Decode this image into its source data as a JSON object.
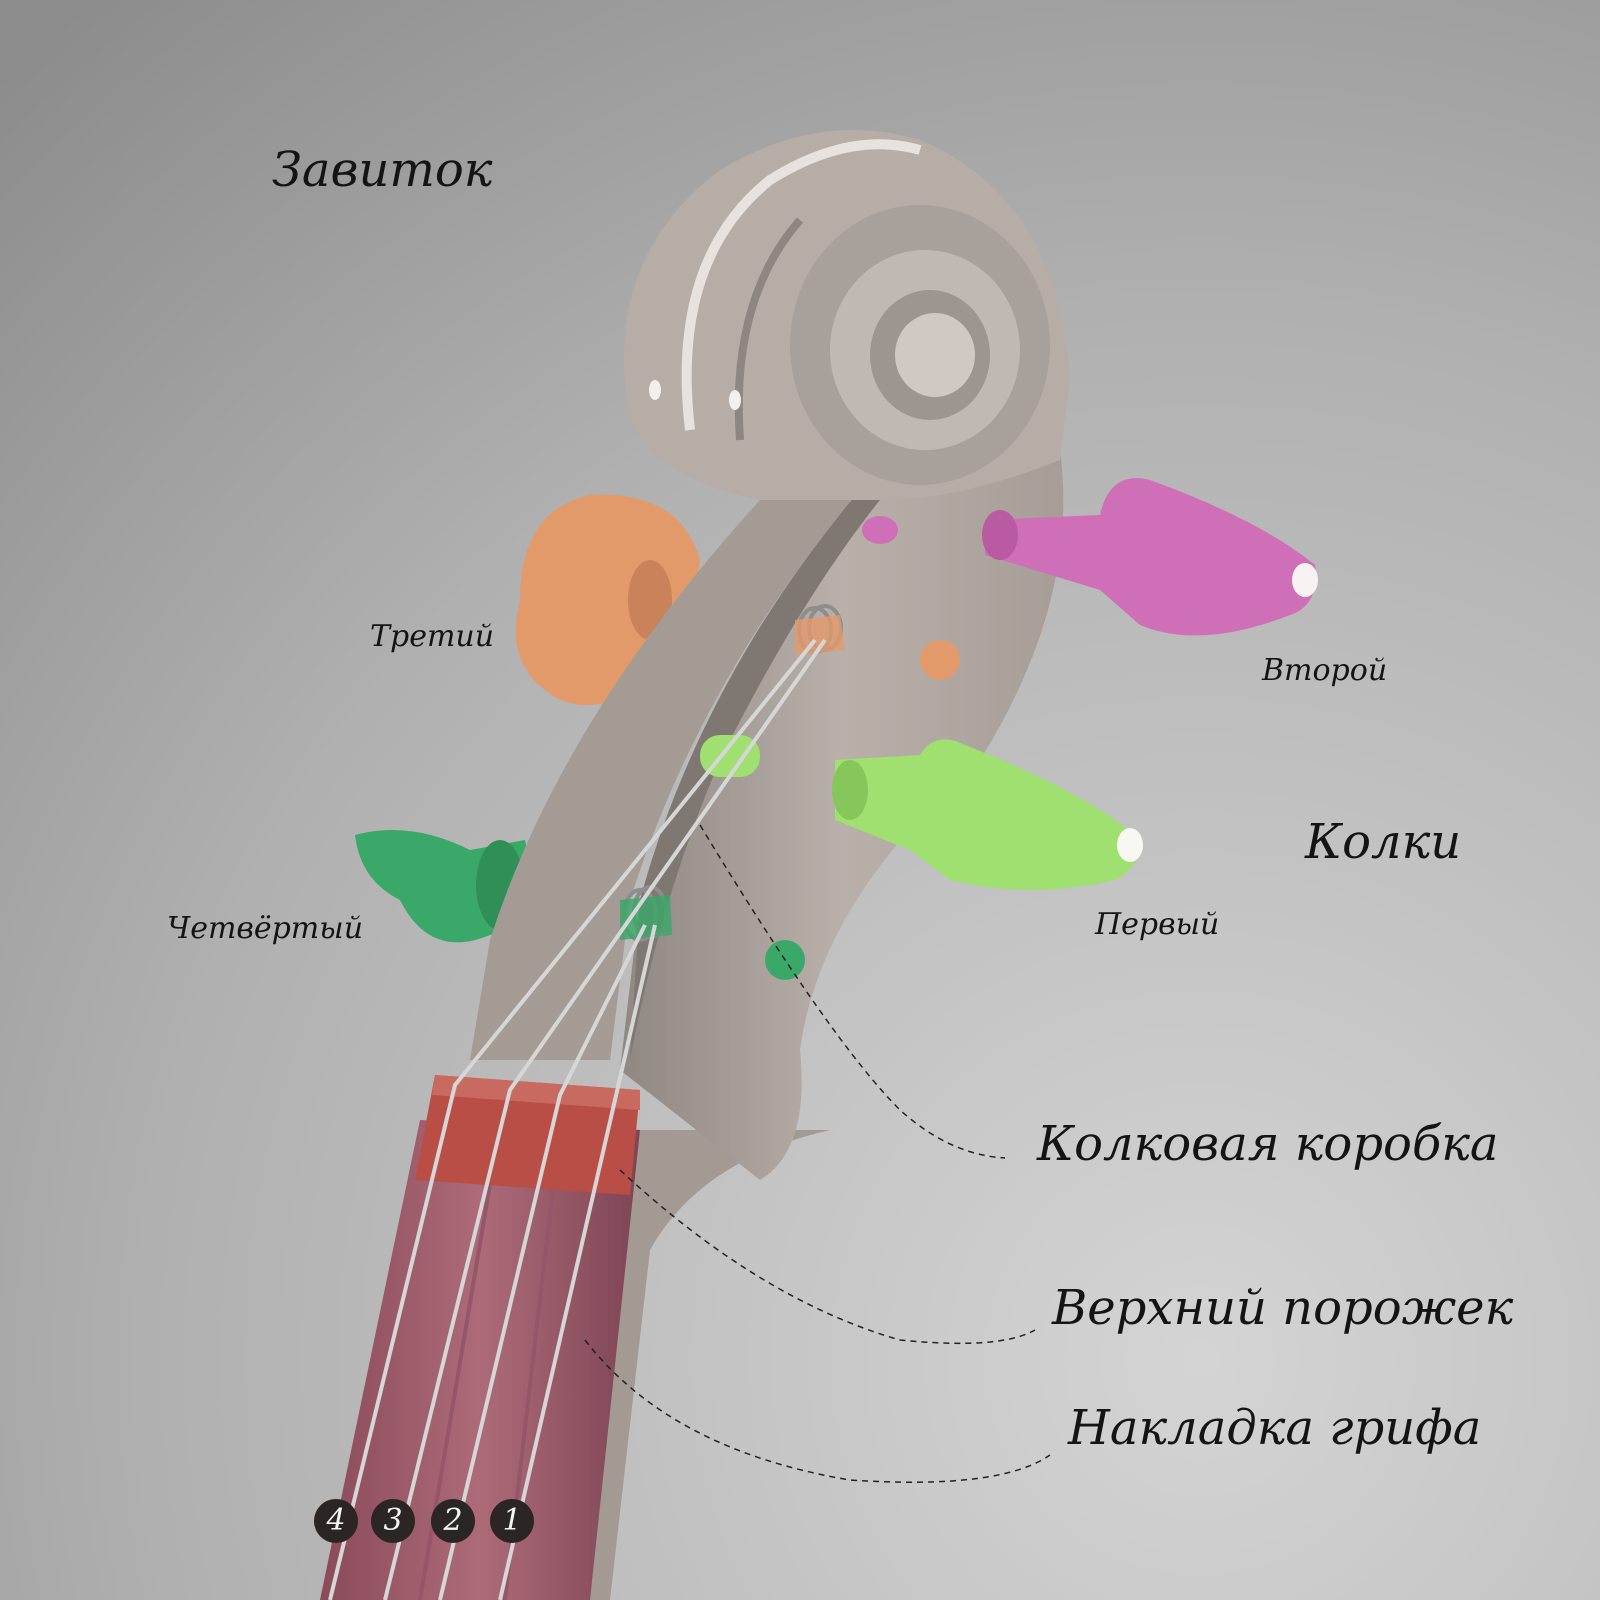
{
  "labels": {
    "scroll": "Завиток",
    "pegs": "Колки",
    "pegbox": "Колковая коробка",
    "nut": "Верхний порожек",
    "fingerboard": "Накладка грифа",
    "peg_third": "Третий",
    "peg_second": "Второй",
    "peg_fourth": "Четвёртый",
    "peg_first": "Первый"
  },
  "string_numbers": [
    "4",
    "3",
    "2",
    "1"
  ],
  "colors": {
    "background_top": "#8f8f8f",
    "background_bottom": "#d2d2d2",
    "wood": "#b5aca6",
    "peg_third": "#e39a6b",
    "peg_second": "#cf6fb8",
    "peg_fourth": "#3aa868",
    "peg_first": "#9fe070",
    "nut": "#b94e47",
    "fingerboard": "#a3606f"
  }
}
